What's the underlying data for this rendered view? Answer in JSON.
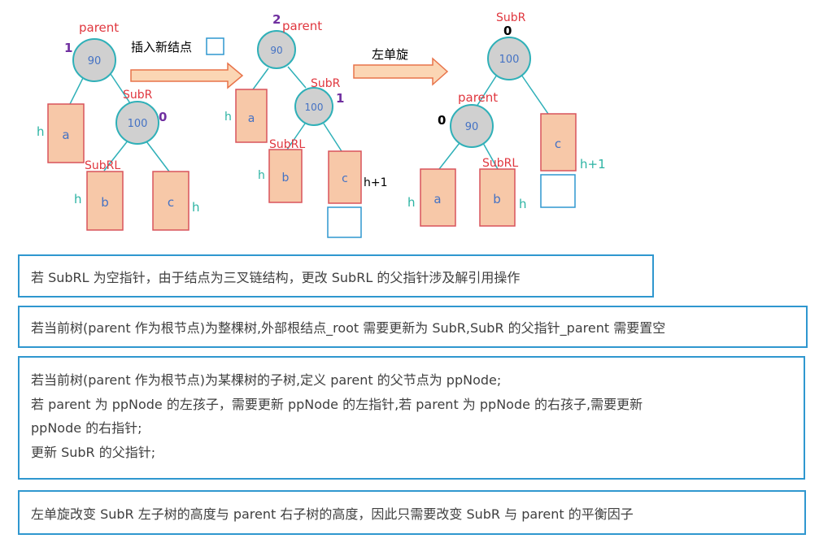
{
  "diagram": {
    "before": {
      "parent_label": "parent",
      "parent_value": "90",
      "parent_balance": "1",
      "subr_label": "SubR",
      "subr_value": "100",
      "subr_balance": "0",
      "subrl_label": "SubRL",
      "a_label": "a",
      "b_label": "b",
      "c_label": "c",
      "h_a": "h",
      "h_b": "h",
      "h_c": "h"
    },
    "insert_arrow_label": "插入新结点",
    "middle": {
      "parent_label": "parent",
      "parent_value": "90",
      "parent_balance": "2",
      "subr_label": "SubR",
      "subr_value": "100",
      "subr_balance": "1",
      "subrl_label": "SubRL",
      "a_label": "a",
      "b_label": "b",
      "c_label": "c",
      "h_a": "h",
      "h_b": "h",
      "h_c": "h+1"
    },
    "rotate_arrow_label": "左单旋",
    "after": {
      "subr_label": "SubR",
      "subr_value": "100",
      "subr_balance": "0",
      "parent_label": "parent",
      "parent_value": "90",
      "parent_balance": "0",
      "subrl_label": "SubRL",
      "a_label": "a",
      "b_label": "b",
      "c_label": "c",
      "h_a": "h",
      "h_b": "h",
      "h_c": "h+1"
    },
    "colors": {
      "node_fill": "#d0d0d0",
      "node_stroke": "#2fb0b8",
      "subtree_fill": "#f7c8a8",
      "subtree_stroke": "#d9535b",
      "label_red": "#e0373f",
      "height_teal": "#2cb3a3",
      "balance_purple": "#7030a0",
      "box_blue": "#2f97cf",
      "arrow_fill": "#fbd6b4",
      "arrow_stroke": "#e8734a"
    }
  },
  "notes": {
    "note1": "若 SubRL 为空指针，由于结点为三叉链结构，更改 SubRL 的父指针涉及解引用操作",
    "note2": "若当前树(parent 作为根节点)为整棵树,外部根结点_root 需要更新为 SubR,SubR 的父指针_parent 需要置空",
    "note3_line1": "若当前树(parent 作为根节点)为某棵树的子树,定义 parent 的父节点为 ppNode;",
    "note3_line2": "若 parent 为 ppNode 的左孩子，需要更新 ppNode 的左指针,若 parent 为 ppNode 的右孩子,需要更新",
    "note3_line3": "ppNode 的右指针;",
    "note3_line4": "更新 SubR  的父指针;",
    "note4": "左单旋改变 SubR 左子树的高度与 parent 右子树的高度，因此只需要改变 SubR 与 parent 的平衡因子"
  }
}
